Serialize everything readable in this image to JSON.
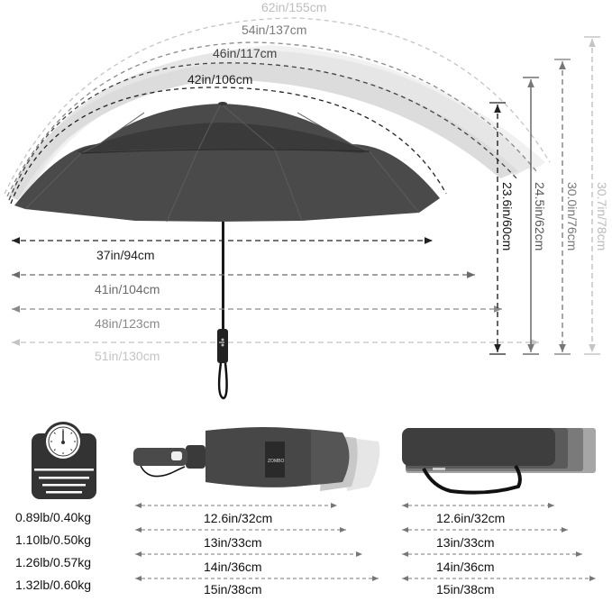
{
  "open_umbrella": {
    "arc_widths": [
      {
        "label": "62in/155cm",
        "color": "#bdbdbd"
      },
      {
        "label": "54in/137cm",
        "color": "#7a7a7a"
      },
      {
        "label": "46in/117cm",
        "color": "#444444"
      },
      {
        "label": "42in/106cm",
        "color": "#222222"
      }
    ],
    "spans": [
      {
        "label": "37in/94cm",
        "color": "#222222"
      },
      {
        "label": "41in/104cm",
        "color": "#6a6a6a"
      },
      {
        "label": "48in/123cm",
        "color": "#8a8a8a"
      },
      {
        "label": "51in/130cm",
        "color": "#c4c4c4"
      }
    ],
    "heights": [
      {
        "label": "23.6in/60cm",
        "color": "#111111"
      },
      {
        "label": "24.5in/62cm",
        "color": "#555555"
      },
      {
        "label": "30.0in/76cm",
        "color": "#777777"
      },
      {
        "label": "30.7in/78cm",
        "color": "#bbbbbb"
      }
    ]
  },
  "weight": {
    "icon": "scale-icon",
    "values": [
      "0.89lb/0.40kg",
      "1.10lb/0.50kg",
      "1.26lb/0.57kg",
      "1.32lb/0.60kg"
    ]
  },
  "folded_umbrella": {
    "brand_tag": "ZOMBO",
    "lengths": [
      "12.6in/32cm",
      "13in/33cm",
      "14in/36cm",
      "15in/38cm"
    ]
  },
  "sleeve": {
    "lengths": [
      "12.6in/32cm",
      "13in/33cm",
      "14in/36cm",
      "15in/38cm"
    ]
  }
}
